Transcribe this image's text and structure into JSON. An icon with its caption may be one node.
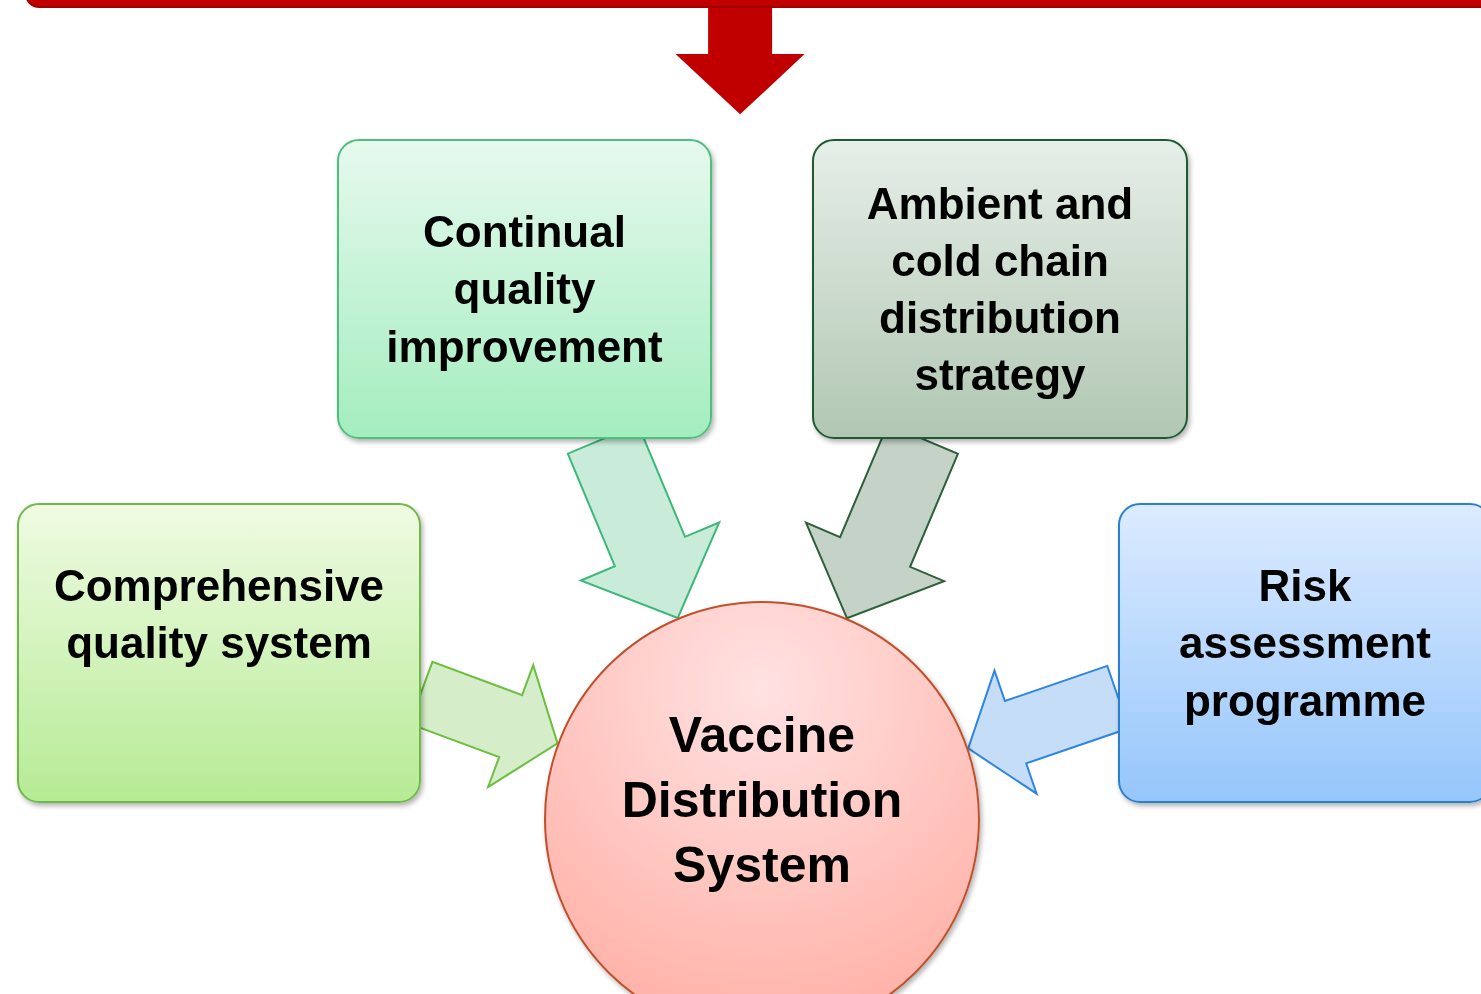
{
  "diagram": {
    "nodes": [
      {
        "text": [],
        "shape": "bar"
      },
      {
        "text": [
          "Continual quality improvement"
        ]
      },
      {
        "text": [
          "Ambient and cold chain distribution strategy"
        ]
      },
      {
        "text": [
          "Comprehensive quality system"
        ]
      },
      {
        "text": [
          "Vaccine Distribution System"
        ]
      },
      {
        "text": [
          "Risk assessment programme"
        ]
      }
    ],
    "edges": [
      {
        "from": 0,
        "to": null,
        "arrow": "to",
        "style": "thick",
        "color": "#c00000"
      },
      {
        "from": 1,
        "to": 4,
        "arrow": "to",
        "style": "thick",
        "color": "#3cb878"
      },
      {
        "from": 2,
        "to": 4,
        "arrow": "to",
        "style": "thick",
        "color": "#2e5e3a"
      },
      {
        "from": 3,
        "to": 4,
        "arrow": "to",
        "style": "thick",
        "color": "#6cbf40"
      },
      {
        "from": 5,
        "to": 4,
        "arrow": "to",
        "style": "thick",
        "color": "#2f86e0"
      }
    ]
  }
}
